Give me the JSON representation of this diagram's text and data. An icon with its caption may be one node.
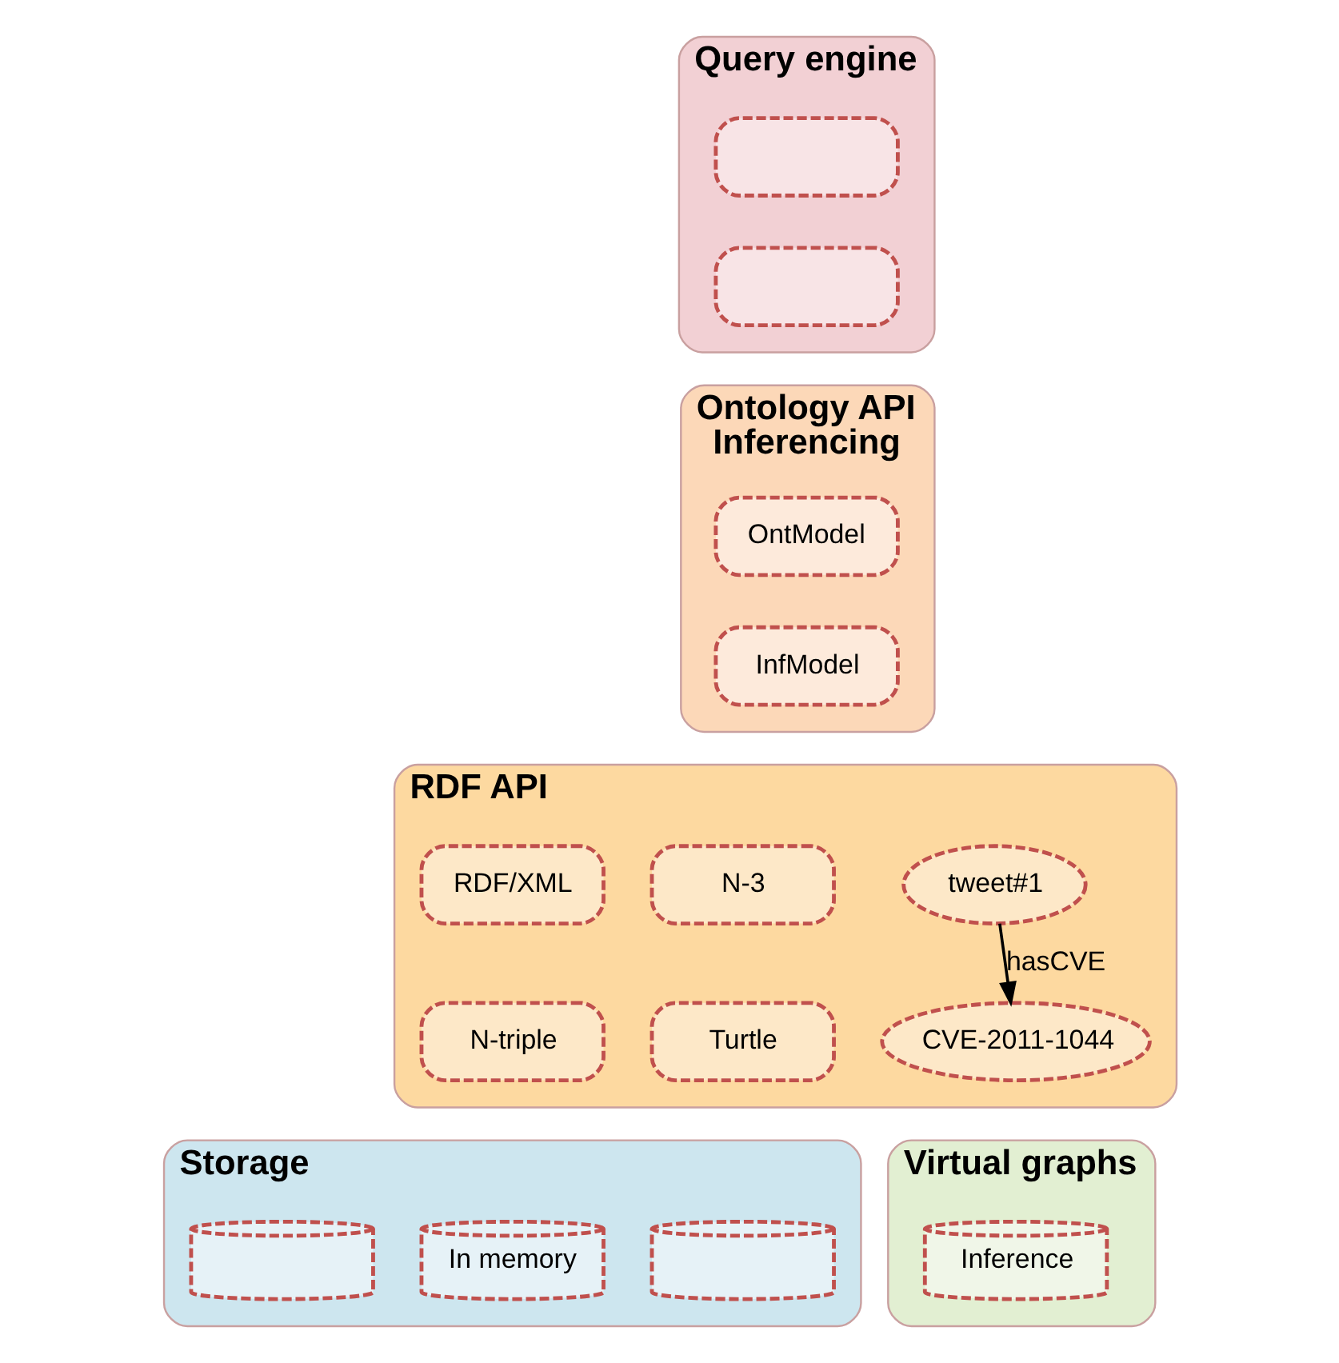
{
  "diagram": {
    "nodes": [
      {
        "text": [
          "Query engine"
        ]
      },
      {
        "text": [],
        "shape": "box",
        "in": 0
      },
      {
        "text": [],
        "shape": "box",
        "in": 0
      },
      {
        "text": [
          "Ontology API",
          "Inferencing"
        ]
      },
      {
        "text": [
          "OntModel"
        ],
        "in": 3
      },
      {
        "text": [
          "InfModel"
        ],
        "in": 3
      },
      {
        "text": [
          "RDF API"
        ]
      },
      {
        "text": [
          "RDF/XML"
        ],
        "in": 6
      },
      {
        "text": [
          "N-3"
        ],
        "in": 6
      },
      {
        "text": [
          "N-triple"
        ],
        "in": 6
      },
      {
        "text": [
          "Turtle"
        ],
        "in": 6
      },
      {
        "text": [
          "tweet#1"
        ],
        "in": 6
      },
      {
        "text": [
          "CVE-2011-1044"
        ],
        "in": 6
      },
      {
        "text": [
          "Storage"
        ]
      },
      {
        "text": [
          "In memory"
        ],
        "in": 13
      },
      {
        "text": [],
        "shape": "cylinder",
        "in": 13
      },
      {
        "text": [],
        "shape": "cylinder",
        "in": 13
      },
      {
        "text": [
          "Virtual graphs"
        ]
      },
      {
        "text": [
          "Inference"
        ],
        "in": 17
      }
    ],
    "edges": [
      {
        "from": 11,
        "to": 12,
        "arrow": "to",
        "label": "hasCVE"
      }
    ]
  }
}
